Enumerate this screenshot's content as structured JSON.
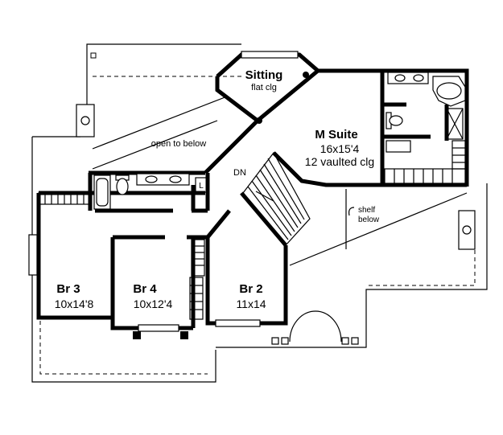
{
  "rooms": {
    "sitting": {
      "name": "Sitting",
      "detail": "flat clg"
    },
    "master_suite": {
      "name": "M Suite",
      "size": "16x15'4",
      "detail": "12 vaulted clg"
    },
    "br2": {
      "name": "Br 2",
      "size": "11x14"
    },
    "br3": {
      "name": "Br 3",
      "size": "10x14'8"
    },
    "br4": {
      "name": "Br 4",
      "size": "10x12'4"
    }
  },
  "notes": {
    "open_to_below": "open to below",
    "stair_down": "DN",
    "shelf_line1": "shelf",
    "shelf_line2": "below",
    "linen": "L"
  }
}
